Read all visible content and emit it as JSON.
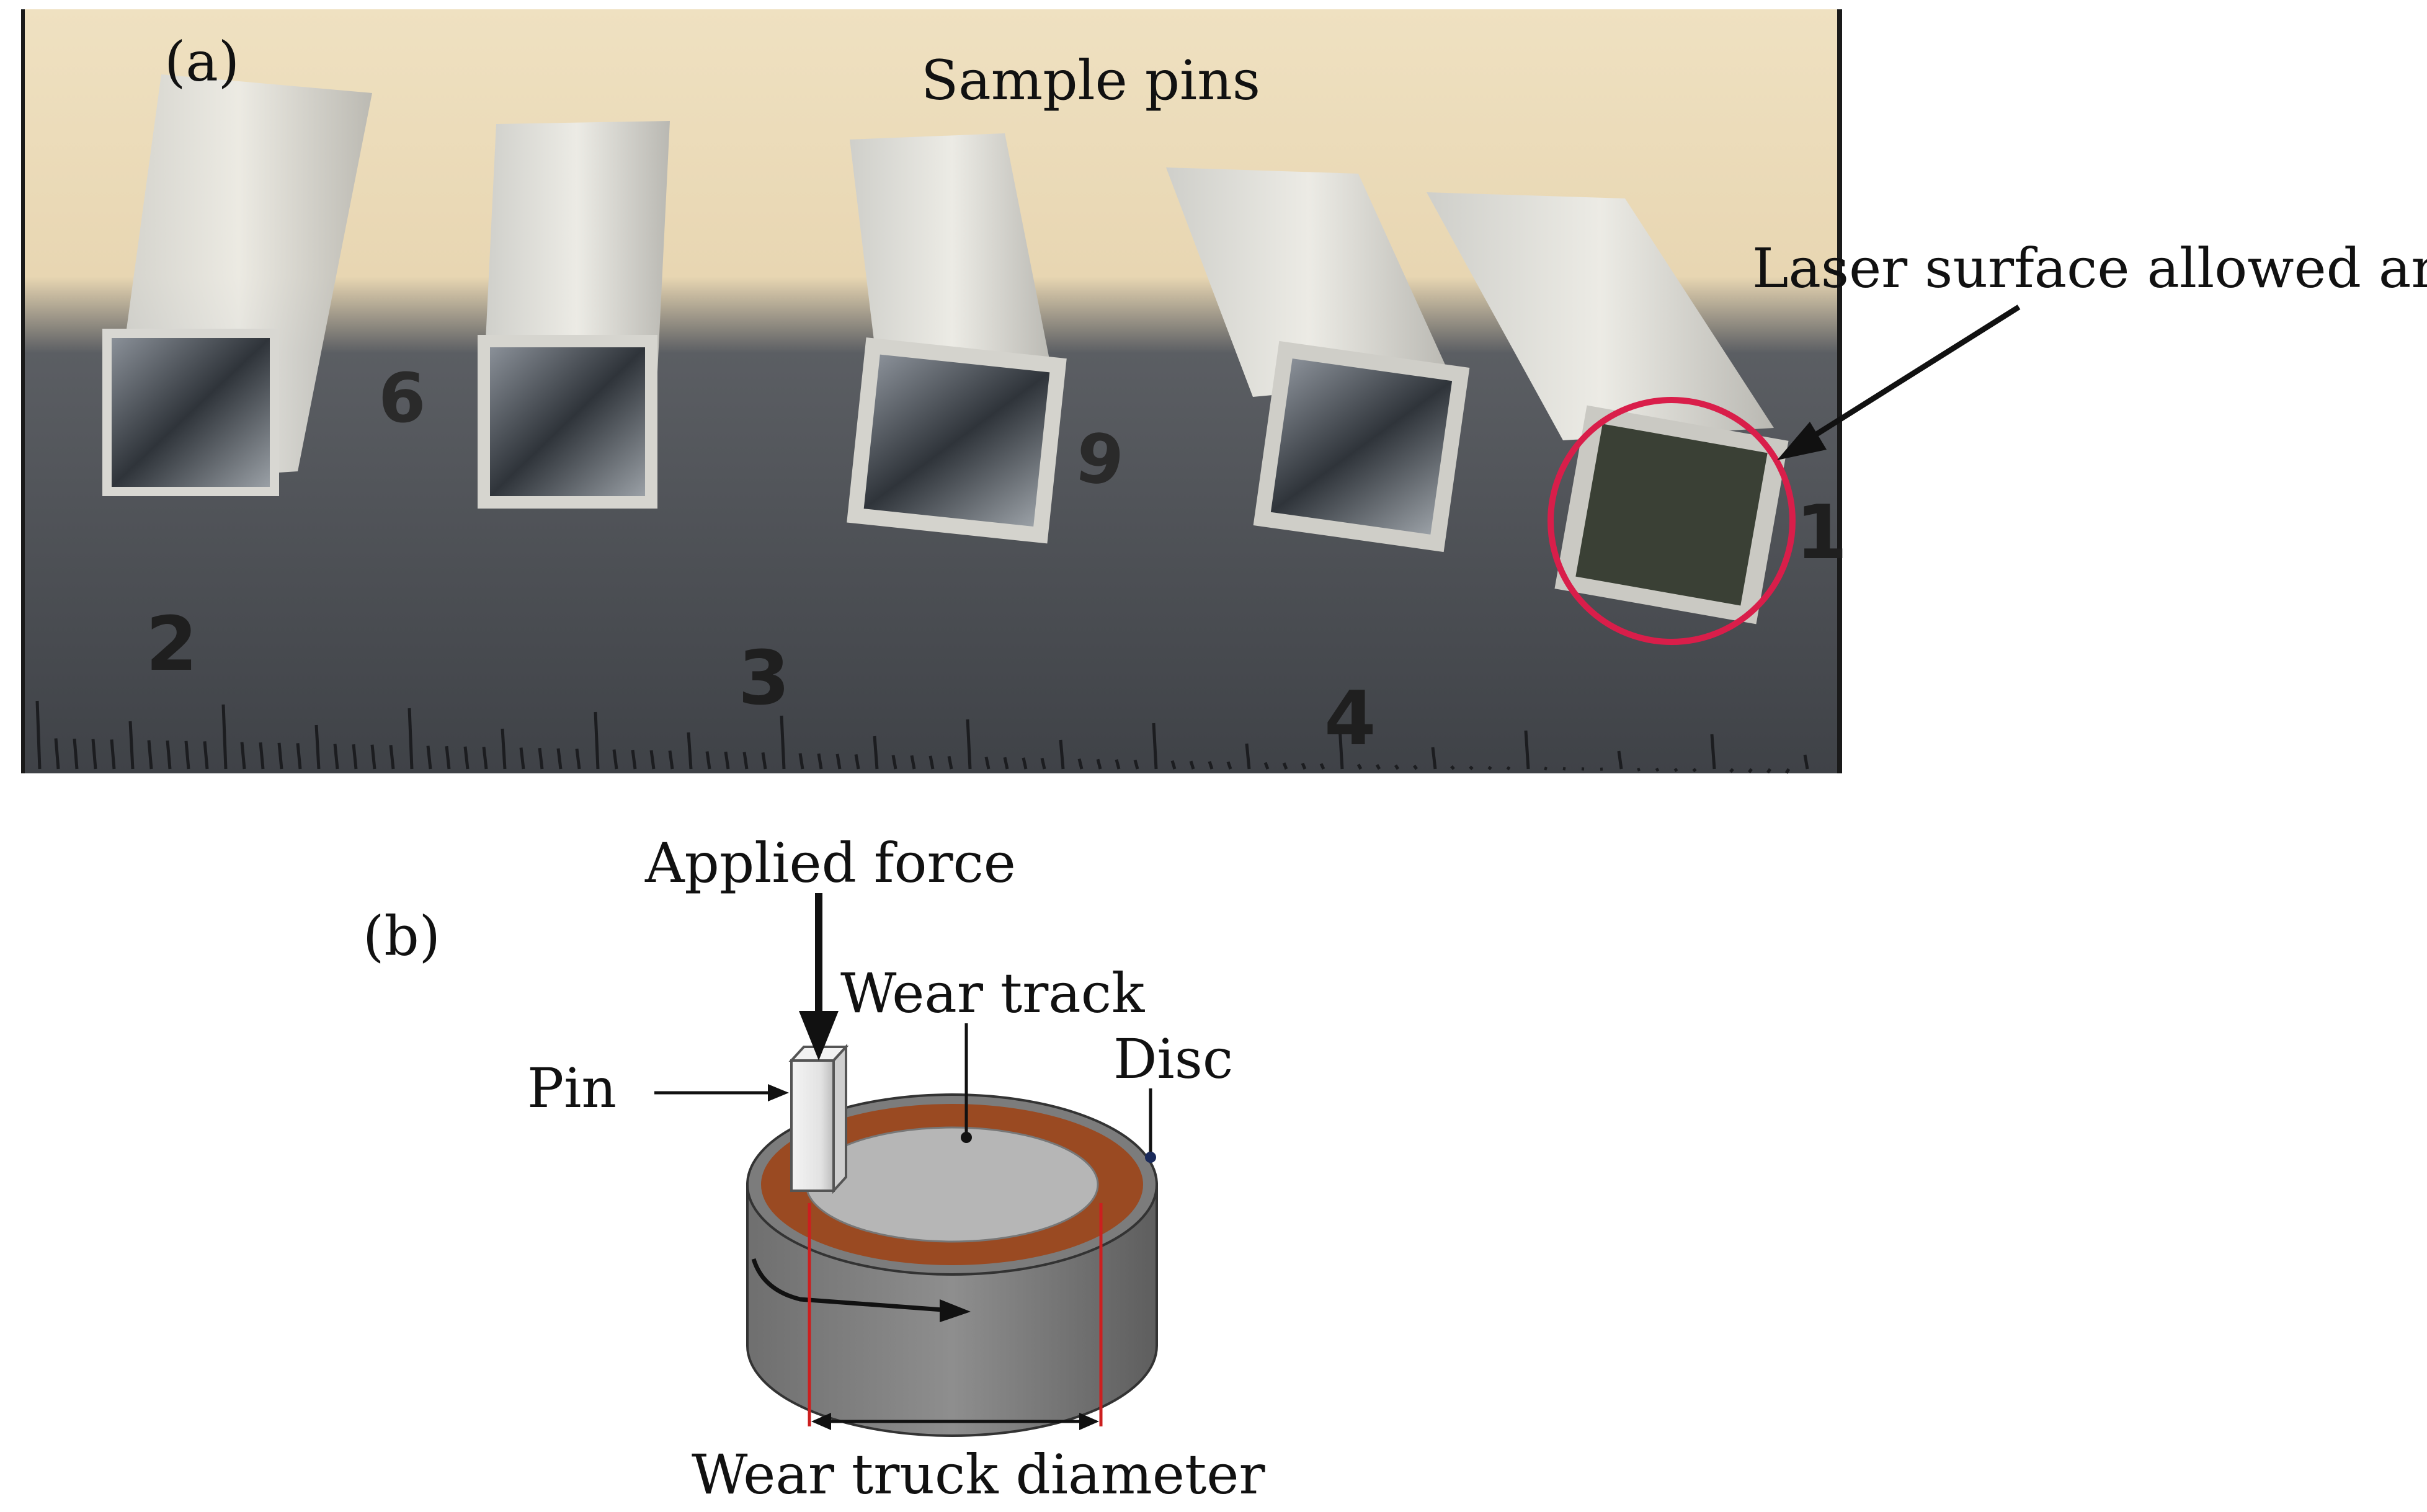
{
  "panel_a": {
    "label": "(a)",
    "title": "Sample pins",
    "callout": "Laser surface allowed area",
    "pin_numbers": [
      "6",
      "9"
    ],
    "ruler_numbers": [
      "2",
      "3",
      "4",
      "1"
    ]
  },
  "panel_b": {
    "label": "(b)",
    "applied_force": "Applied force",
    "wear_track": "Wear track",
    "disc": "Disc",
    "pin": "Pin",
    "diameter": "Wear truck diameter"
  },
  "colors": {
    "highlight_circle": "#d91e4a",
    "wear_track": "#9a4a22",
    "diameter_lines": "#cc1f1f"
  }
}
